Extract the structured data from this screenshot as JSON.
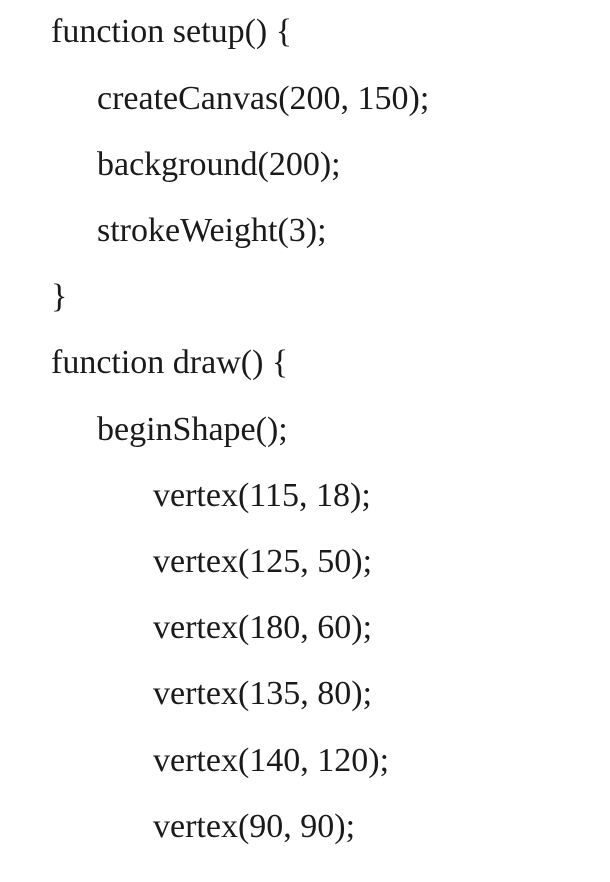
{
  "code": {
    "lines": [
      {
        "text": "function setup() {",
        "indent": 0
      },
      {
        "text": "createCanvas(200, 150);",
        "indent": 1
      },
      {
        "text": "background(200);",
        "indent": 1
      },
      {
        "text": "strokeWeight(3);",
        "indent": 1
      },
      {
        "text": "}",
        "indent": 0
      },
      {
        "text": "function draw() {",
        "indent": 0
      },
      {
        "text": "beginShape();",
        "indent": 1
      },
      {
        "text": "vertex(115, 18);",
        "indent": 2
      },
      {
        "text": "vertex(125, 50);",
        "indent": 2
      },
      {
        "text": "vertex(180, 60);",
        "indent": 2
      },
      {
        "text": "vertex(135, 80);",
        "indent": 2
      },
      {
        "text": "vertex(140, 120);",
        "indent": 2
      },
      {
        "text": "vertex(90, 90);",
        "indent": 2
      }
    ]
  }
}
